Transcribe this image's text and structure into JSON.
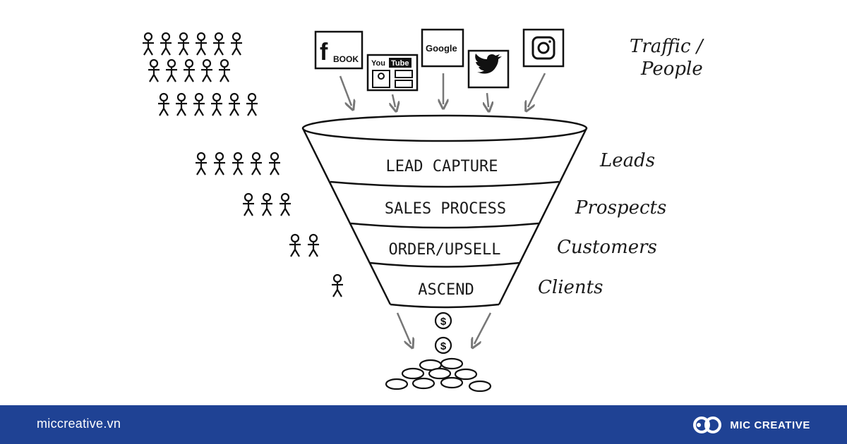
{
  "diagram": {
    "traffic_label_line1": "Traffic /",
    "traffic_label_line2": "People",
    "sources": [
      {
        "name": "facebook-icon",
        "text": "BOOK"
      },
      {
        "name": "youtube-icon",
        "text_a": "You",
        "text_b": "Tube"
      },
      {
        "name": "google-icon",
        "text": "Google"
      },
      {
        "name": "twitter-icon"
      },
      {
        "name": "instagram-icon"
      }
    ],
    "stages": [
      {
        "label": "LEAD CAPTURE",
        "audience": "Leads",
        "people": 5
      },
      {
        "label": "SALES PROCESS",
        "audience": "Prospects",
        "people": 3
      },
      {
        "label": "ORDER/UPSELL",
        "audience": "Customers",
        "people": 2
      },
      {
        "label": "ASCEND",
        "audience": "Clients",
        "people": 1
      }
    ],
    "crowd_rows": [
      6,
      5,
      6
    ]
  },
  "footer": {
    "url": "miccreative.vn",
    "brand": "MIC CREATIVE",
    "colors": {
      "bar": "#1f4294",
      "text": "#ffffff"
    }
  }
}
